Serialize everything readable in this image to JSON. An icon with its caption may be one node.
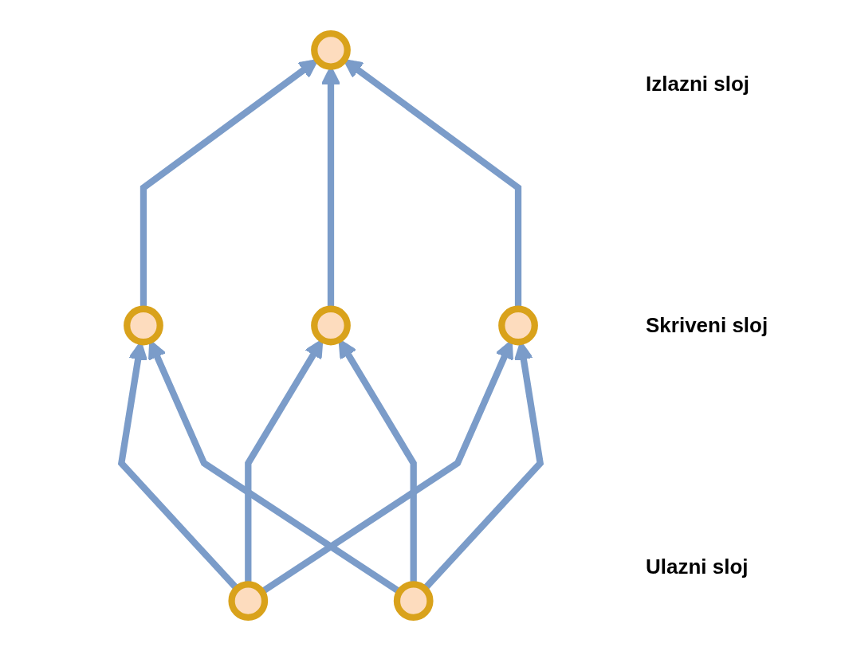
{
  "diagram": {
    "nodes": [
      {
        "text": [],
        "shape": "circle"
      },
      {
        "text": [],
        "shape": "circle"
      },
      {
        "text": [],
        "shape": "circle"
      },
      {
        "text": [],
        "shape": "circle"
      },
      {
        "text": [],
        "shape": "circle"
      },
      {
        "text": [],
        "shape": "circle"
      }
    ],
    "edges": [
      {
        "from": 1,
        "to": 0,
        "arrow": "to"
      },
      {
        "from": 2,
        "to": 0,
        "arrow": "to"
      },
      {
        "from": 3,
        "to": 0,
        "arrow": "to"
      },
      {
        "from": 4,
        "to": 1,
        "arrow": "to"
      },
      {
        "from": 4,
        "to": 2,
        "arrow": "to"
      },
      {
        "from": 4,
        "to": 3,
        "arrow": "to"
      },
      {
        "from": 5,
        "to": 1,
        "arrow": "to"
      },
      {
        "from": 5,
        "to": 2,
        "arrow": "to"
      },
      {
        "from": 5,
        "to": 3,
        "arrow": "to"
      }
    ],
    "labels": [
      "Izlazni sloj",
      "Skriveni sloj",
      "Ulazni sloj"
    ]
  }
}
